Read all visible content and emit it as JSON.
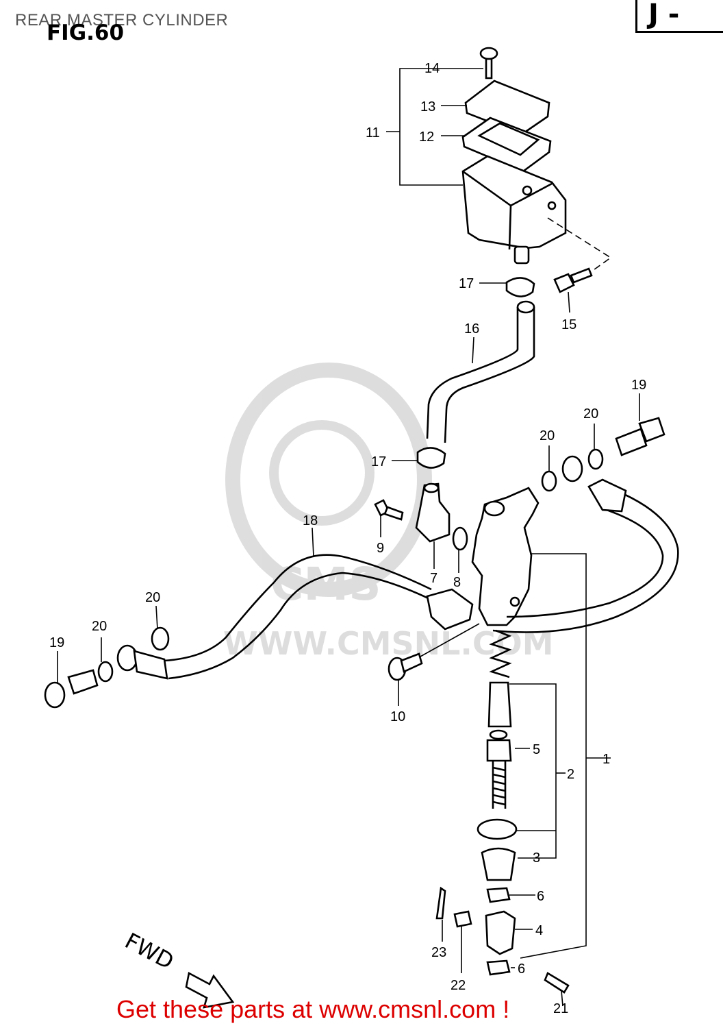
{
  "header": {
    "title": "REAR MASTER CYLINDER",
    "figure": "FIG.60",
    "page_code": "J -"
  },
  "watermark": {
    "url_text": "WWW.CMSNL.COM",
    "logo_text": "CMS"
  },
  "direction_label": "FWD",
  "part_labels": {
    "p1": "1",
    "p2": "2",
    "p3": "3",
    "p4": "4",
    "p5": "5",
    "p6a": "6",
    "p6b": "6",
    "p7": "7",
    "p8": "8",
    "p9": "9",
    "p10": "10",
    "p11": "11",
    "p12": "12",
    "p13": "13",
    "p14": "14",
    "p15": "15",
    "p16": "16",
    "p17a": "17",
    "p17b": "17",
    "p18": "18",
    "p19a": "19",
    "p19b": "19",
    "p20a": "20",
    "p20b": "20",
    "p20c": "20",
    "p20d": "20",
    "p21": "21",
    "p22": "22",
    "p23": "23"
  },
  "footer": {
    "link_text": "Get these parts at www.cmsnl.com !"
  }
}
